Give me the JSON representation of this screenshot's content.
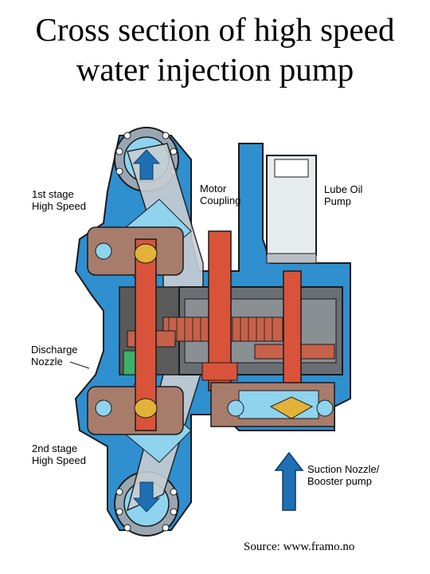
{
  "title": {
    "line1": "Cross section of high speed",
    "line2": "water injection pump"
  },
  "labels": {
    "stage1": "1st stage\nHigh Speed",
    "motor_coupling": "Motor\nCoupling",
    "lube_oil_pump": "Lube Oil\nPump",
    "discharge_nozzle": "Discharge\nNozzle",
    "stage2": "2nd stage\nHigh Speed",
    "suction_nozzle": "Suction Nozzle/\nBooster pump"
  },
  "source": "Source: www.framo.no",
  "colors": {
    "housing_blue": "#2f8fcf",
    "water_light": "#8fd3ef",
    "casing_brown": "#a77c6b",
    "shaft_red": "#d9533a",
    "gear_dark": "#2b2b2b",
    "pipe_gray": "#c8ced4",
    "outline": "#1a1a1a"
  }
}
